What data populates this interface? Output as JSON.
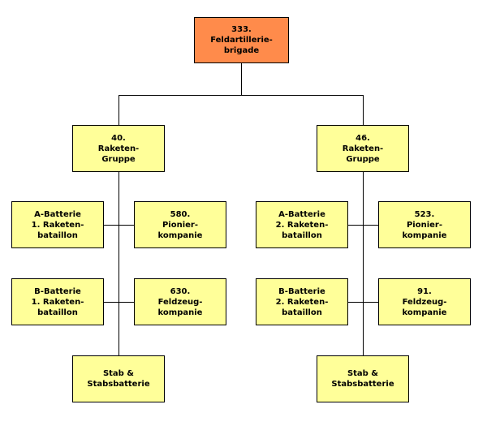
{
  "colors": {
    "root_fill": "#ff8b4b",
    "unit_fill": "#ffff99",
    "line": "#000000"
  },
  "org_chart": {
    "root": {
      "label": "333.\nFeldartillerie-\nbrigade"
    },
    "left_group": {
      "label": "40.\nRaketen-\nGruppe",
      "left_units": [
        {
          "label": "A-Batterie\n1. Raketen-\nbataillon"
        },
        {
          "label": "B-Batterie\n1. Raketen-\nbataillon"
        }
      ],
      "right_units": [
        {
          "label": "580.\nPionier-\nkompanie"
        },
        {
          "label": "630.\nFeldzeug-\nkompanie"
        }
      ],
      "staff": {
        "label": "Stab &\nStabsbatterie"
      }
    },
    "right_group": {
      "label": "46.\nRaketen-\nGruppe",
      "left_units": [
        {
          "label": "A-Batterie\n2. Raketen-\nbataillon"
        },
        {
          "label": "B-Batterie\n2. Raketen-\nbataillon"
        }
      ],
      "right_units": [
        {
          "label": "523.\nPionier-\nkompanie"
        },
        {
          "label": "91.\nFeldzeug-\nkompanie"
        }
      ],
      "staff": {
        "label": "Stab &\nStabsbatterie"
      }
    }
  }
}
